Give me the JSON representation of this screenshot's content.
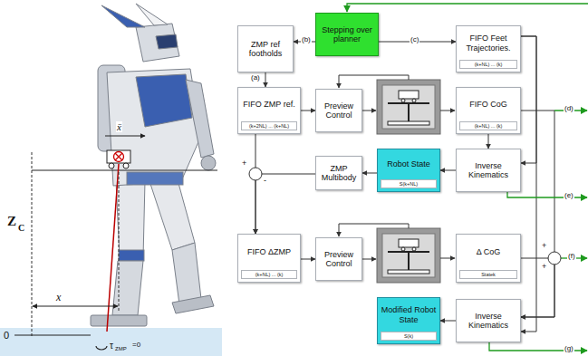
{
  "diagram": {
    "nodes": [
      {
        "text": [
          "ZMP ref footholds"
        ]
      },
      {
        "text": [
          "Stepping over planner"
        ]
      },
      {
        "text": [
          "FIFO Feet Trajectories.",
          "(k+NL) ... (k)"
        ]
      },
      {
        "text": [
          "FIFO ZMP ref.",
          "(k+2NL) ... (k+NL)"
        ]
      },
      {
        "text": [
          "Preview Control"
        ]
      },
      {
        "text": [
          "FIFO CoG",
          "(k+NL) ... (k)"
        ]
      },
      {
        "text": [
          "ZMP Multibody"
        ]
      },
      {
        "text": [
          "Robot State",
          "S(k+NL)"
        ]
      },
      {
        "text": [
          "Inverse Kinematics"
        ]
      },
      {
        "text": [
          "FIFO ΔZMP",
          "(k+NL) ... (k)"
        ]
      },
      {
        "text": [
          "Preview Control"
        ]
      },
      {
        "text": [
          "Δ CoG",
          "Statek"
        ]
      },
      {
        "text": [
          "Modified Robot State",
          "S(k)"
        ]
      },
      {
        "text": [
          "Inverse Kinematics"
        ]
      }
    ],
    "edges": [
      {
        "from": 1,
        "to": 0,
        "label": "(b)",
        "arrow": "to"
      },
      {
        "from": 1,
        "to": 2,
        "label": "(c)",
        "arrow": "to"
      },
      {
        "from": 0,
        "to": 3,
        "label": "(a)",
        "arrow": "to"
      },
      {
        "from": 3,
        "to": 4,
        "arrow": "to"
      },
      {
        "from": 5,
        "to": 8,
        "arrow": "to"
      },
      {
        "from": 8,
        "to": 7,
        "arrow": "to"
      },
      {
        "from": 7,
        "to": 6,
        "arrow": "to"
      },
      {
        "from": 3,
        "to": 9,
        "arrow": "to"
      },
      {
        "from": 6,
        "to": 9,
        "arrow": "to"
      },
      {
        "from": 9,
        "to": 10,
        "arrow": "to"
      },
      {
        "from": 5,
        "to": 13,
        "arrow": "to"
      },
      {
        "from": 11,
        "to": 13,
        "arrow": "to"
      },
      {
        "from": 2,
        "to": 8,
        "arrow": "to"
      },
      {
        "from": 2,
        "to": 13,
        "arrow": "to"
      },
      {
        "from": 13,
        "to": 12,
        "arrow": "to"
      }
    ],
    "labels": [
      "ẍ",
      "Z",
      "C",
      "x",
      "0",
      "τ",
      "ZMP",
      "=0",
      "+",
      "-",
      "+",
      "+",
      "(d)",
      "(e)",
      "(f)",
      "(g)"
    ]
  }
}
